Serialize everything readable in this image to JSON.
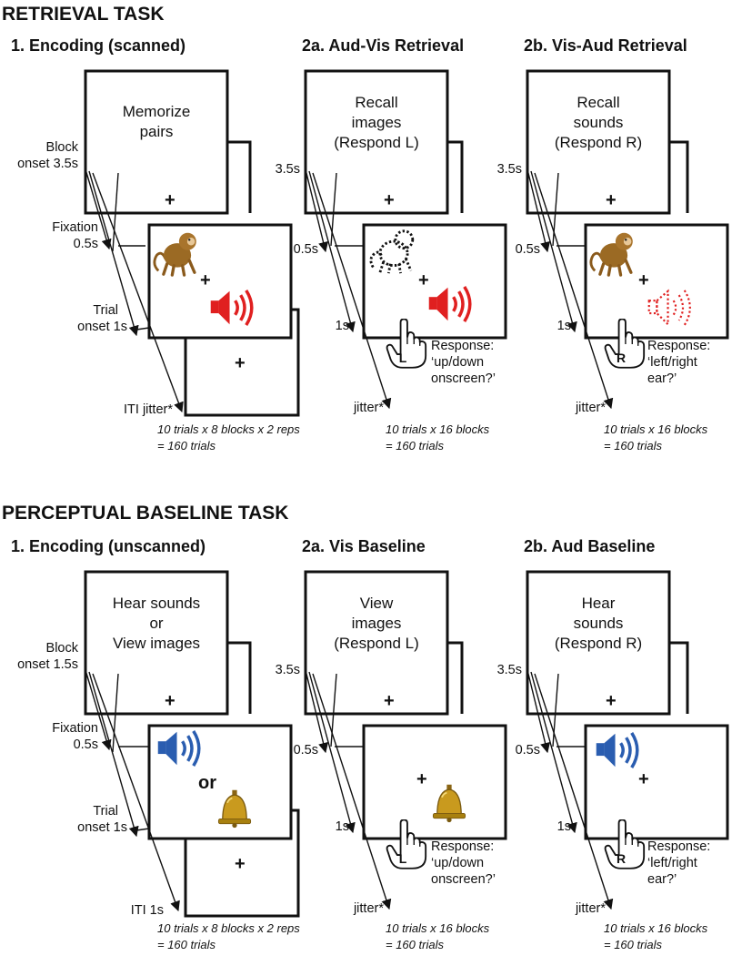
{
  "retrieval": {
    "title": "RETRIEVAL TASK",
    "panels": [
      {
        "heading": "1. Encoding (scanned)",
        "cue": [
          "Memorize",
          "pairs"
        ],
        "times": [
          "Block",
          "onset 3.5s",
          "Fixation",
          "0.5s",
          "Trial",
          "onset 1s",
          "ITI jitter*"
        ],
        "footer": [
          "10 trials x 8 blocks x 2 reps",
          "= 160 trials"
        ]
      },
      {
        "heading": "2a. Aud-Vis Retrieval",
        "cue": [
          "Recall",
          "images",
          "(Respond L)"
        ],
        "times": [
          "3.5s",
          "0.5s",
          "1s",
          "jitter*"
        ],
        "key": "L",
        "response": [
          "Response:",
          "‘up/down",
          "onscreen?’"
        ],
        "footer": [
          "10 trials x 16 blocks",
          "= 160 trials"
        ]
      },
      {
        "heading": "2b. Vis-Aud Retrieval",
        "cue": [
          "Recall",
          "sounds",
          "(Respond R)"
        ],
        "times": [
          "3.5s",
          "0.5s",
          "1s",
          "jitter*"
        ],
        "key": "R",
        "response": [
          "Response:",
          "‘left/right",
          "ear?’"
        ],
        "footer": [
          "10 trials x 16 blocks",
          "= 160 trials"
        ]
      }
    ]
  },
  "baseline": {
    "title": "PERCEPTUAL BASELINE TASK",
    "panels": [
      {
        "heading": "1. Encoding (unscanned)",
        "cue": [
          "Hear sounds",
          "or",
          "View images"
        ],
        "or_label": "or",
        "times": [
          "Block",
          "onset 1.5s",
          "Fixation",
          "0.5s",
          "Trial",
          "onset 1s",
          "ITI 1s"
        ],
        "footer": [
          "10 trials x 8 blocks x 2 reps",
          "= 160 trials"
        ]
      },
      {
        "heading": "2a. Vis Baseline",
        "cue": [
          "View",
          "images",
          "(Respond L)"
        ],
        "times": [
          "3.5s",
          "0.5s",
          "1s",
          "jitter*"
        ],
        "key": "L",
        "response": [
          "Response:",
          "‘up/down",
          "onscreen?’"
        ],
        "footer": [
          "10 trials x 16 blocks",
          "= 160 trials"
        ]
      },
      {
        "heading": "2b. Aud Baseline",
        "cue": [
          "Hear",
          "sounds",
          "(Respond R)"
        ],
        "times": [
          "3.5s",
          "0.5s",
          "1s",
          "jitter*"
        ],
        "key": "R",
        "response": [
          "Response:",
          "‘left/right",
          "ear?’"
        ],
        "footer": [
          "10 trials x 16 blocks",
          "= 160 trials"
        ]
      }
    ]
  },
  "fixation_symbol": "+",
  "icons": [
    "monkey-icon",
    "speaker-icon",
    "outline-monkey-icon",
    "dotted-speaker-icon",
    "bell-icon",
    "pointing-hand-icon"
  ],
  "colors": {
    "ink": "#111111",
    "speaker_red": "#e02020",
    "speaker_blue": "#2a5db0",
    "monkey": "#8a5a1c",
    "bell": "#c99a1e"
  }
}
